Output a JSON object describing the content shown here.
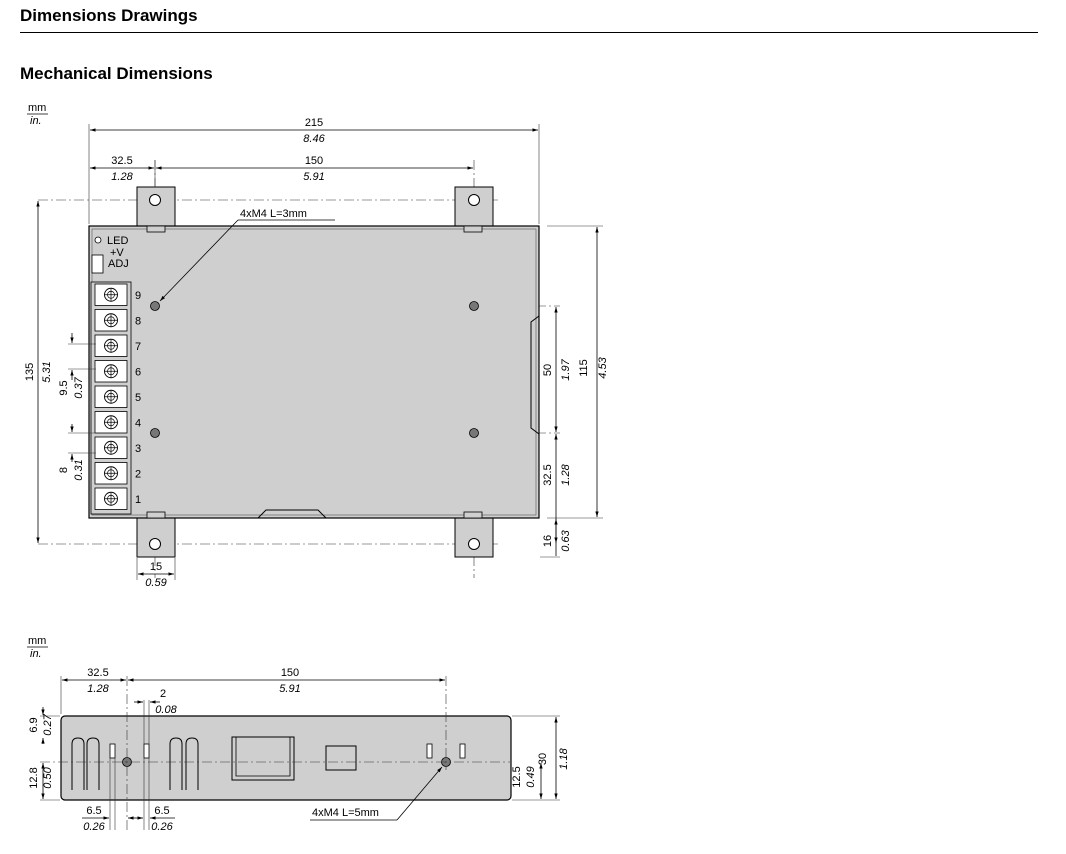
{
  "page": {
    "title": "Dimensions Drawings",
    "subtitle": "Mechanical Dimensions"
  },
  "units": {
    "primary": "mm",
    "secondary": "in."
  },
  "top_view": {
    "overall_width": {
      "mm": "215",
      "in": "8.46"
    },
    "offset_left": {
      "mm": "32.5",
      "in": "1.28"
    },
    "hole_spacing": {
      "mm": "150",
      "in": "5.91"
    },
    "screw_callout": "4xM4 L=3mm",
    "led_label": "LED",
    "adj_label_v": "+V",
    "adj_label_adj": "ADJ",
    "terminals": [
      "9",
      "8",
      "7",
      "6",
      "5",
      "4",
      "3",
      "2",
      "1"
    ],
    "overall_height": {
      "mm": "135",
      "in": "5.31"
    },
    "terminal_pitch": {
      "mm": "9.5",
      "in": "0.37"
    },
    "terminal_offset": {
      "mm": "8",
      "in": "0.31"
    },
    "hole_vertical_spacing": {
      "mm": "50",
      "in": "1.97"
    },
    "body_height": {
      "mm": "115",
      "in": "4.53"
    },
    "hole_bottom_offset": {
      "mm": "32.5",
      "in": "1.28"
    },
    "flange_offset": {
      "mm": "16",
      "in": "0.63"
    },
    "flange_width": {
      "mm": "15",
      "in": "0.59"
    }
  },
  "side_view": {
    "offset_left": {
      "mm": "32.5",
      "in": "1.28"
    },
    "hole_spacing": {
      "mm": "150",
      "in": "5.91"
    },
    "slot_gap": {
      "mm": "2",
      "in": "0.08"
    },
    "top_offset": {
      "mm": "6.9",
      "in": "0.27"
    },
    "hole_height_left": {
      "mm": "12.8",
      "in": "0.50"
    },
    "hole_height_right": {
      "mm": "12.5",
      "in": "0.49"
    },
    "total_height": {
      "mm": "30",
      "in": "1.18"
    },
    "slot_left": {
      "mm": "6.5",
      "in": "0.26"
    },
    "slot_right": {
      "mm": "6.5",
      "in": "0.26"
    },
    "screw_callout": "4xM4 L=5mm"
  },
  "colors": {
    "body": "#cfcfcf",
    "stroke": "#000000"
  }
}
